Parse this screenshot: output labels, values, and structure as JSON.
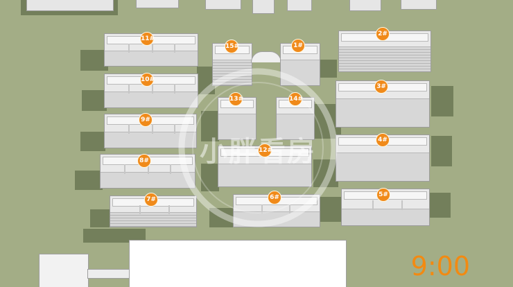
{
  "scene": {
    "background": "#a3ad86",
    "shadow_color": "#4d5a38",
    "label_color": "#f08a1a"
  },
  "buildings": [
    {
      "id": "11",
      "label": "11#"
    },
    {
      "id": "10",
      "label": "10#"
    },
    {
      "id": "9",
      "label": "9#"
    },
    {
      "id": "8",
      "label": "8#"
    },
    {
      "id": "7",
      "label": "7#"
    },
    {
      "id": "15",
      "label": "15#"
    },
    {
      "id": "1",
      "label": "1#"
    },
    {
      "id": "13",
      "label": "13#"
    },
    {
      "id": "14",
      "label": "14#"
    },
    {
      "id": "12",
      "label": "12#"
    },
    {
      "id": "6",
      "label": "6#"
    },
    {
      "id": "2",
      "label": "2#"
    },
    {
      "id": "3",
      "label": "3#"
    },
    {
      "id": "4",
      "label": "4#"
    },
    {
      "id": "5",
      "label": "5#"
    }
  ],
  "watermark": {
    "text": "小胖看房"
  },
  "clock": {
    "time": "9:00",
    "color": "#f28a12"
  }
}
